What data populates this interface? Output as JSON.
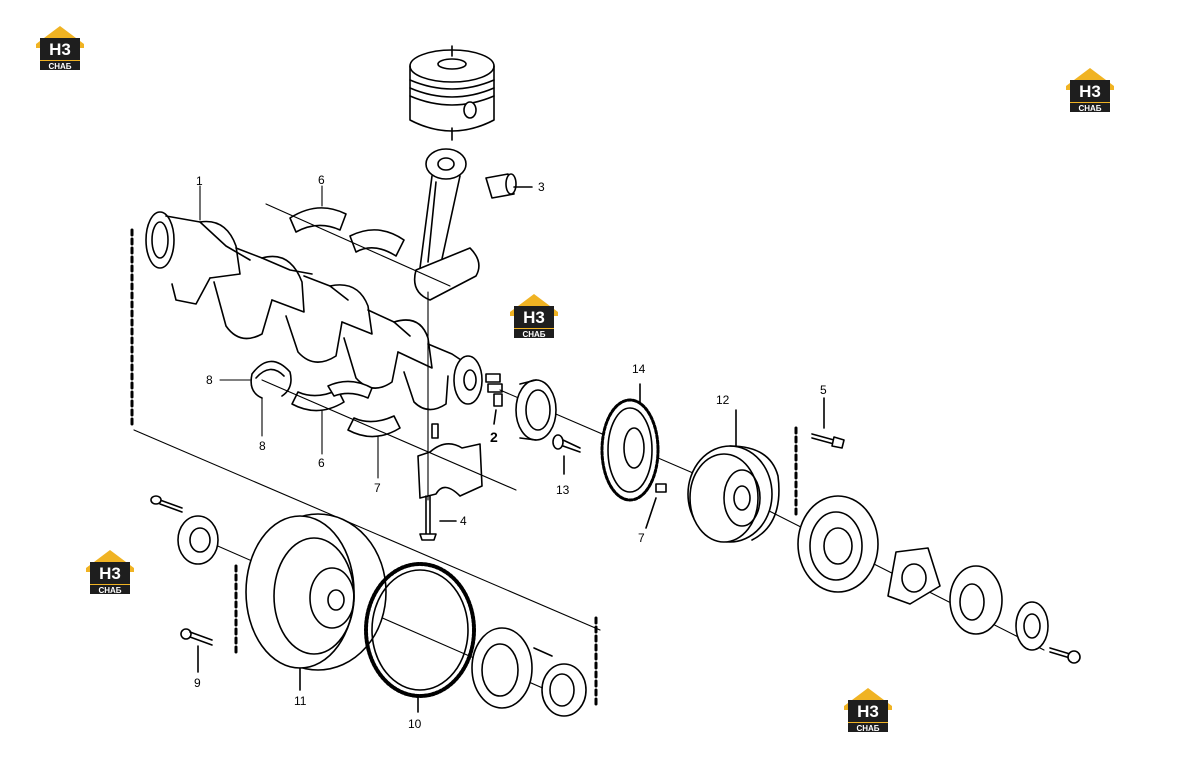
{
  "logo": {
    "letters": "H3",
    "caption": "CHAБ",
    "colors": {
      "gold": "#f0b323",
      "dark": "#1e1e1e",
      "white": "#ffffff"
    }
  },
  "labels": {
    "p1": "1",
    "p2": "2",
    "p3": "3",
    "p4": "4",
    "p5": "5",
    "p6a": "6",
    "p6b": "6",
    "p7a": "7",
    "p7b": "7",
    "p8a": "8",
    "p8b": "8",
    "p9": "9",
    "p10": "10",
    "p11": "11",
    "p12": "12",
    "p13": "13",
    "p14": "14"
  },
  "colors": {
    "line": "#000000",
    "background": "#ffffff"
  }
}
